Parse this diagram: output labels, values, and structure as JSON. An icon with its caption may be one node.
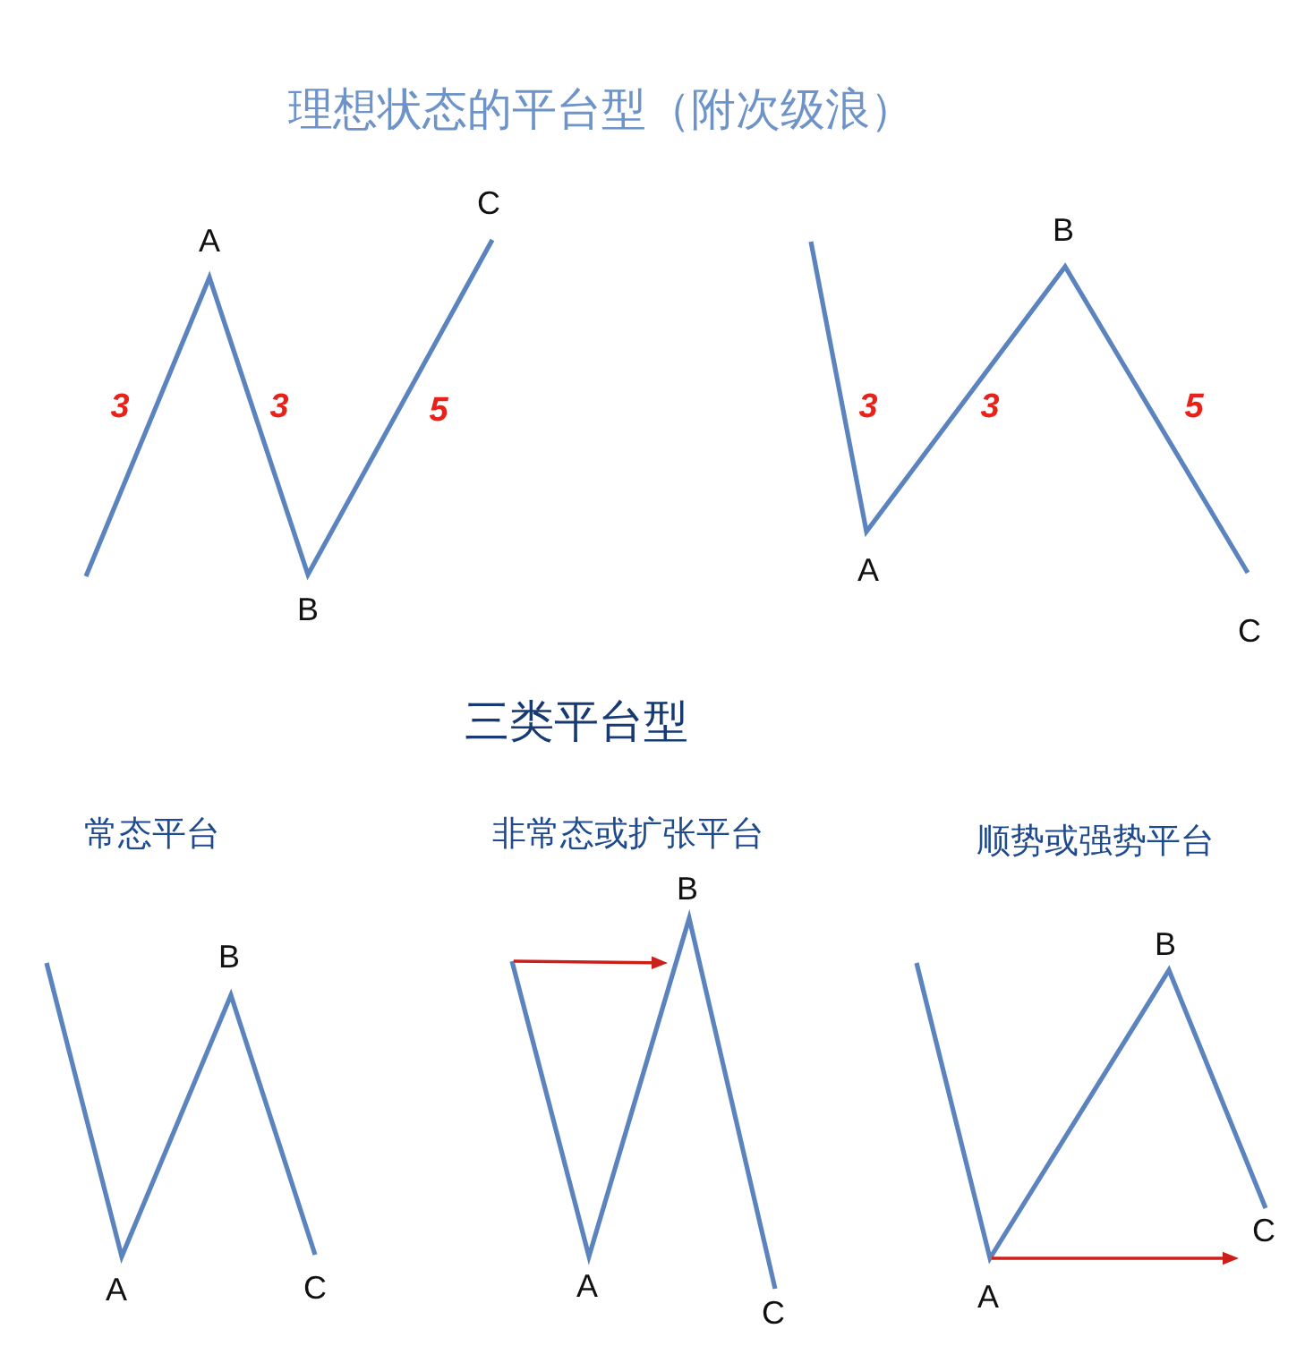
{
  "diagram": {
    "title": "理想状态的平台型（附次级浪）",
    "labels": [
      "3",
      "A",
      "3",
      "B",
      "5",
      "C",
      "3",
      "A",
      "3",
      "B",
      "5",
      "C",
      "三类平台型",
      "常态平台",
      "非常态或扩张平台",
      "顺势或强势平台",
      "A",
      "B",
      "C",
      "A",
      "B",
      "C",
      "A",
      "B",
      "C"
    ]
  }
}
